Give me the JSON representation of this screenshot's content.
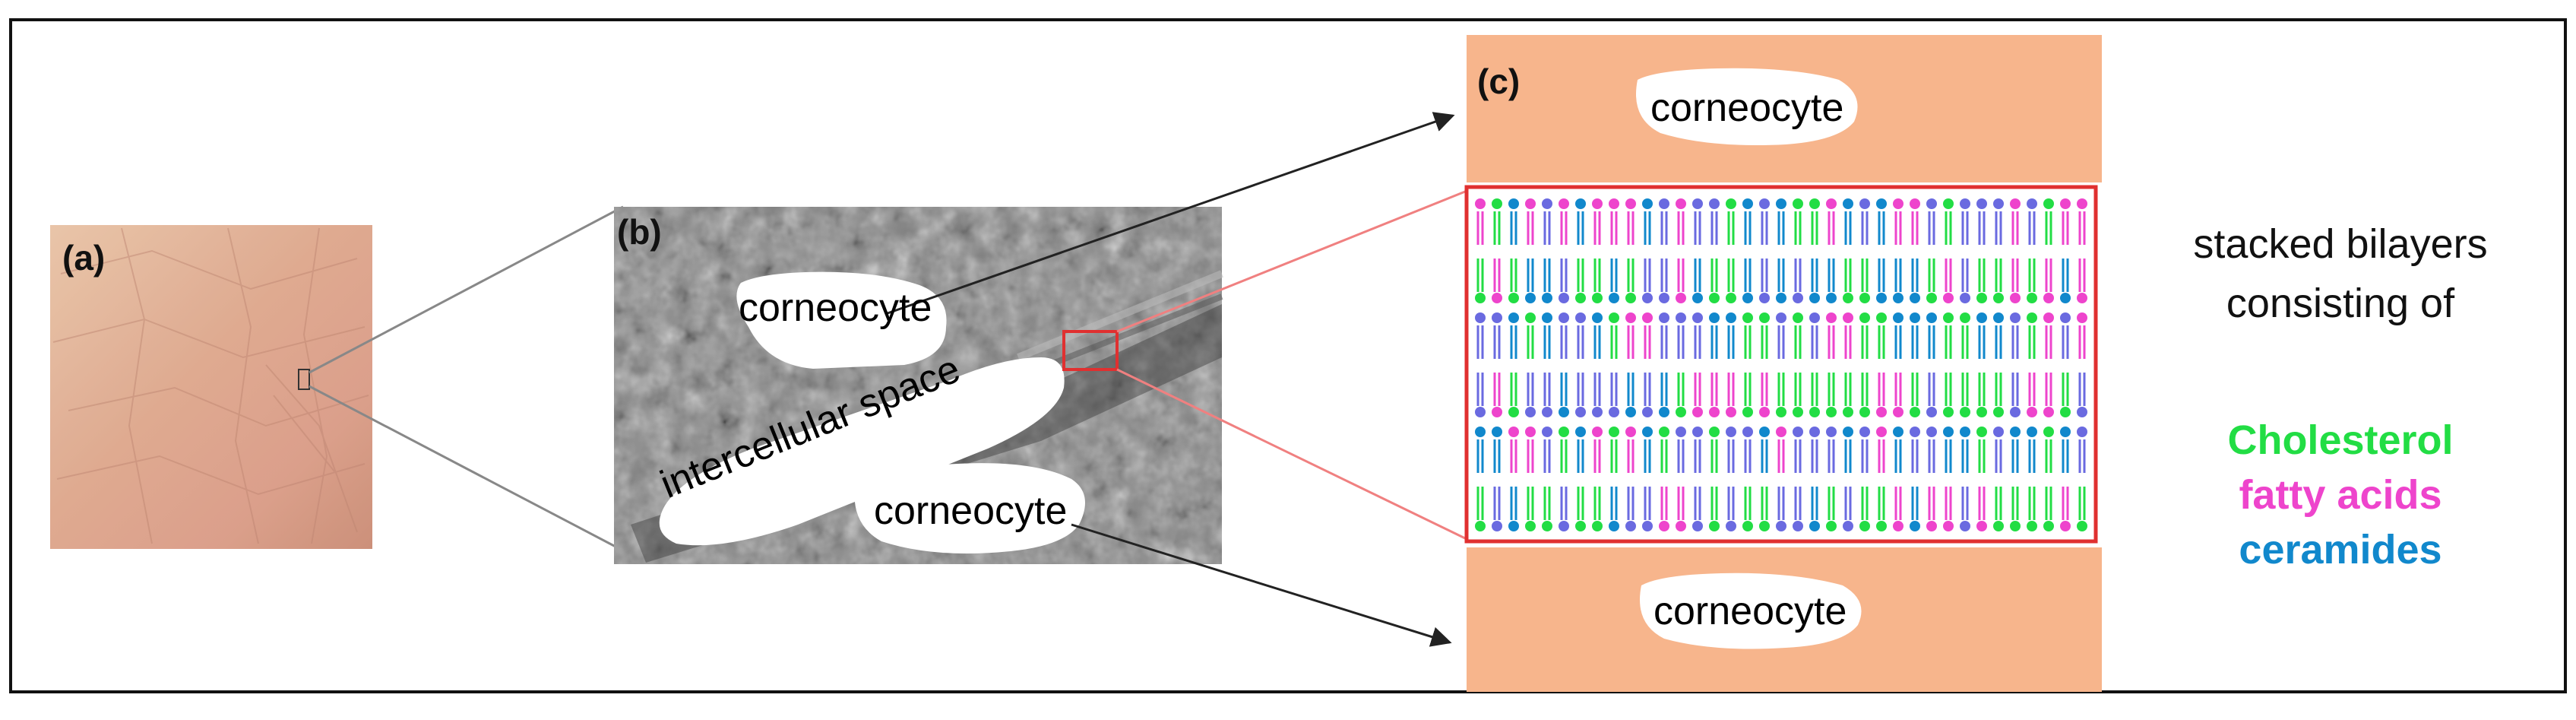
{
  "panels": {
    "a": {
      "label": "(a)"
    },
    "b": {
      "label": "(b)",
      "corneocyte_top": "corneocyte",
      "intercellular": "intercellular space",
      "corneocyte_bottom": "corneocyte"
    },
    "c": {
      "label": "(c)",
      "corneocyte_top": "corneocyte",
      "corneocyte_bottom": "corneocyte"
    }
  },
  "legend": {
    "line1": "stacked bilayers",
    "line2": "consisting of",
    "cholesterol": "Cholesterol",
    "fatty_acids": "fatty acids",
    "ceramides": "ceramides"
  },
  "colors": {
    "cholesterol": "#22dd44",
    "fatty_acids": "#ee44cc",
    "ceramides": "#1188cc",
    "ceramide_lipid": "#6a6ae0",
    "corneocyte_fill": "#f7b58c",
    "highlight_box": "#e03030"
  }
}
